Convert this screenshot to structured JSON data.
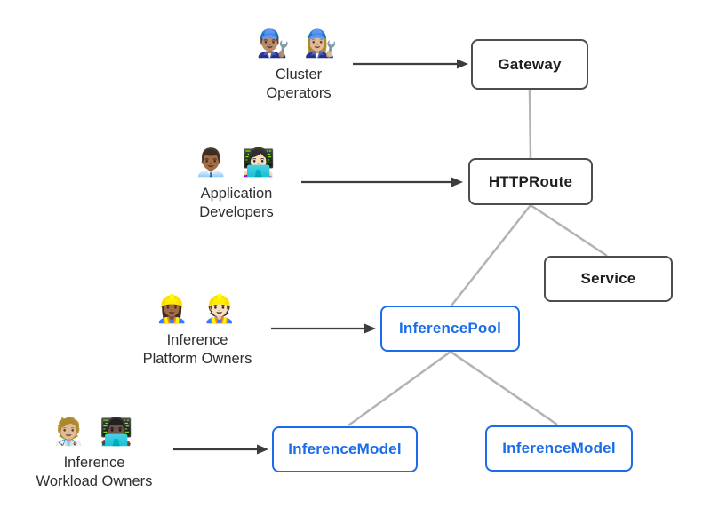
{
  "personas": [
    {
      "emoji": "👨🏽‍🔧 👩🏼‍🔧",
      "label": "Cluster\nOperators"
    },
    {
      "emoji": "👨🏾‍💼 👩🏻‍💻",
      "label": "Application\nDevelopers"
    },
    {
      "emoji": "👷🏾‍♀️ 👷🏻",
      "label": "Inference\nPlatform Owners"
    },
    {
      "emoji": "🧑🏼‍⚕️ 👨🏿‍💻",
      "label": "Inference\nWorkload Owners"
    }
  ],
  "nodes": {
    "gateway": {
      "label": "Gateway"
    },
    "httproute": {
      "label": "HTTPRoute"
    },
    "service": {
      "label": "Service"
    },
    "inference_pool": {
      "label": "InferencePool"
    },
    "inference_model_left": {
      "label": "InferenceModel"
    },
    "inference_model_right": {
      "label": "InferenceModel"
    }
  },
  "colors": {
    "core_border": "#4d4d4d",
    "core_text": "#1f1f1f",
    "inference_accent": "#1b6ce9",
    "edge_gray": "#b3b3b3",
    "arrow_dark": "#3d3d3d",
    "background": "#ffffff"
  }
}
